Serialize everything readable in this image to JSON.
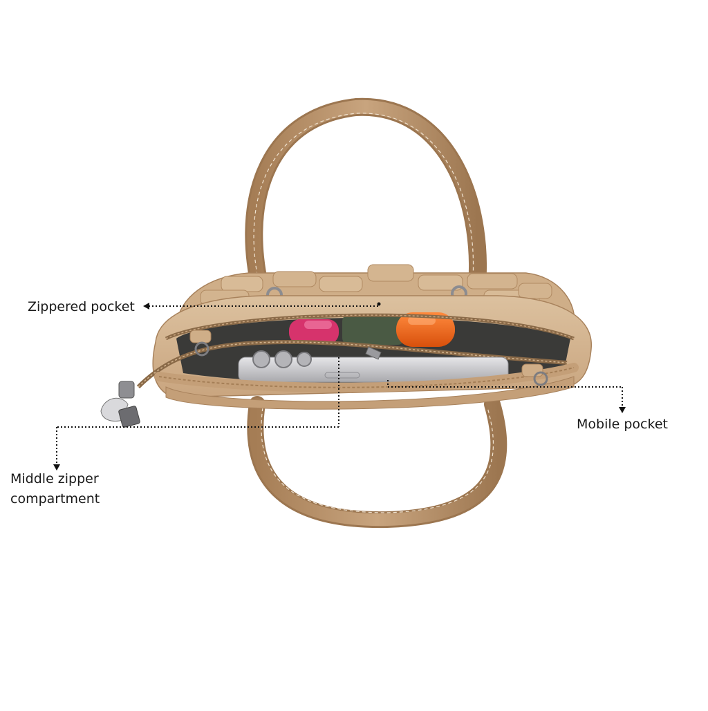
{
  "annotations": {
    "zippered_pocket": "Zippered pocket",
    "mobile_pocket": "Mobile pocket",
    "middle_zipper_line1": "Middle zipper",
    "middle_zipper_line2": "compartment"
  },
  "colors": {
    "background": "#ffffff",
    "bag_tan": "#c8a47e",
    "bag_light": "#d9bc98",
    "bag_dark": "#9c7650",
    "zipper": "#8a6a48",
    "leader_line": "#111111",
    "bottle_pink": "#d6336c",
    "bottle_orange": "#f06a1c",
    "phone_silver": "#c9c9cc"
  },
  "icons": {
    "product": "tan-woven-handbag-illustration",
    "zipper_pull": "zipper-pull-icon",
    "arrow": "arrowhead-icon"
  }
}
